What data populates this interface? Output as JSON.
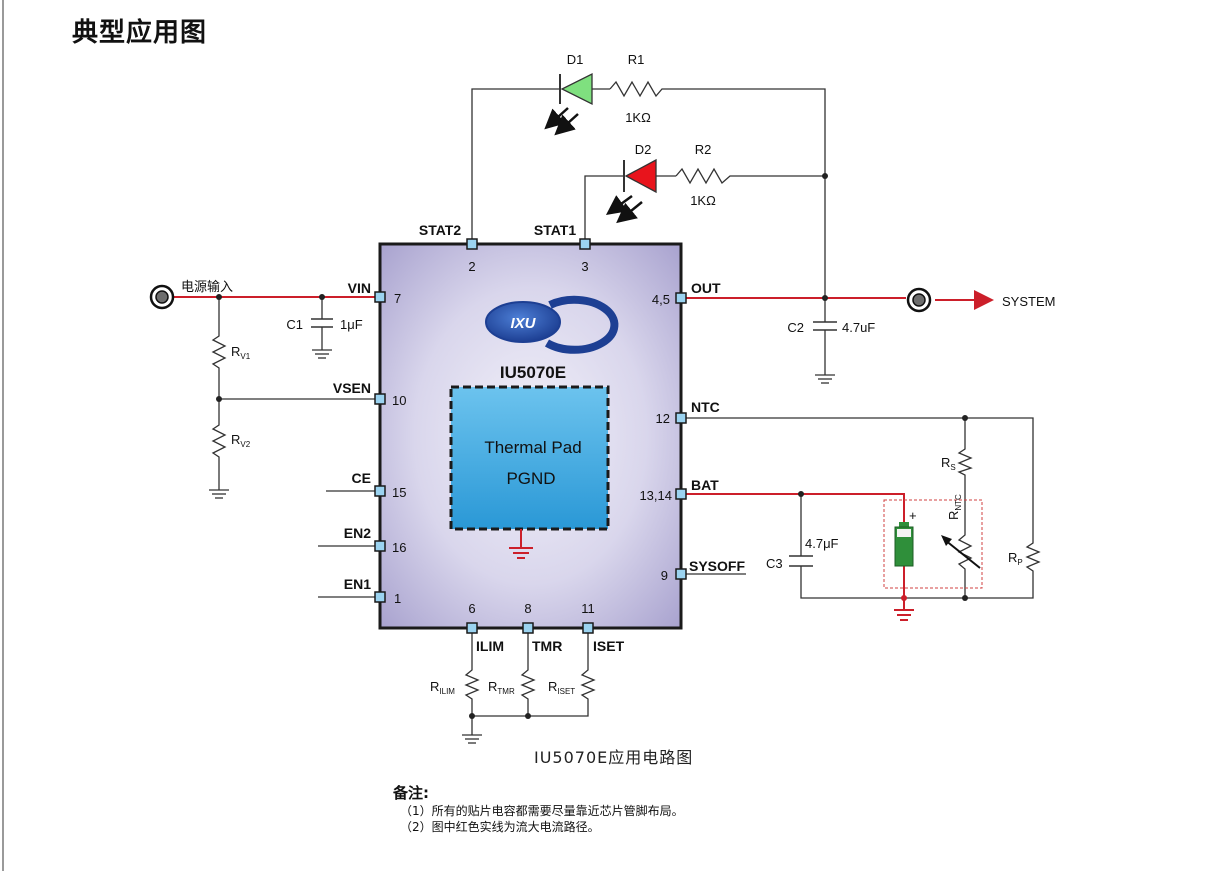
{
  "title": "典型应用图",
  "ic": {
    "name": "IU5070E",
    "logo_text": "IXU",
    "thermal_pad": [
      "Thermal Pad",
      "PGND"
    ]
  },
  "pins": {
    "stat2": {
      "label": "STAT2",
      "num": "2"
    },
    "stat1": {
      "label": "STAT1",
      "num": "3"
    },
    "vin": {
      "label": "VIN",
      "num": "7"
    },
    "vsen": {
      "label": "VSEN",
      "num": "10"
    },
    "ce": {
      "label": "CE",
      "num": "15"
    },
    "en2": {
      "label": "EN2",
      "num": "16"
    },
    "en1": {
      "label": "EN1",
      "num": "1"
    },
    "out": {
      "label": "OUT",
      "num": "4,5"
    },
    "ntc": {
      "label": "NTC",
      "num": "12"
    },
    "bat": {
      "label": "BAT",
      "num": "13,14"
    },
    "sysoff": {
      "label": "SYSOFF",
      "num": "9"
    },
    "ilim": {
      "label": "ILIM",
      "num": "6"
    },
    "tmr": {
      "label": "TMR",
      "num": "8"
    },
    "iset": {
      "label": "ISET",
      "num": "11"
    }
  },
  "components": {
    "d1": "D1",
    "r1": "R1",
    "r1_val": "1KΩ",
    "d2": "D2",
    "r2": "R2",
    "r2_val": "1KΩ",
    "c1": "C1",
    "c1_val": "1μF",
    "c2": "C2",
    "c2_val": "4.7uF",
    "c3": "C3",
    "c3_val": "4.7μF",
    "rv1": {
      "main": "R",
      "sub": "V1"
    },
    "rv2": {
      "main": "R",
      "sub": "V2"
    },
    "rs": {
      "main": "R",
      "sub": "S"
    },
    "rntc": {
      "main": "R",
      "sub": "NTC"
    },
    "rp": {
      "main": "R",
      "sub": "P"
    },
    "rilim": {
      "main": "R",
      "sub": "ILIM"
    },
    "rtmr": {
      "main": "R",
      "sub": "TMR"
    },
    "riset": {
      "main": "R",
      "sub": "ISET"
    },
    "battery_plus": "+"
  },
  "connectors": {
    "input_label": "电源输入",
    "system_label": "SYSTEM"
  },
  "caption": "IU5070E应用电路图",
  "notes": {
    "title": "备注:",
    "items": [
      "（1）所有的贴片电容都需要尽量靠近芯片管脚布局。",
      "（2）图中红色实线为流大电流路径。"
    ]
  },
  "colors": {
    "high_current_path": "#cc1f2a",
    "wire": "#333333",
    "ic_fill": "#c8c4e2",
    "thermal_pad": "#3ba9e2",
    "d1_led": "#7fe07f",
    "d2_led": "#e8141c",
    "battery": "#2f8f3a",
    "ntc_box": "#d24040",
    "pin_square": "#9bd3f0"
  }
}
